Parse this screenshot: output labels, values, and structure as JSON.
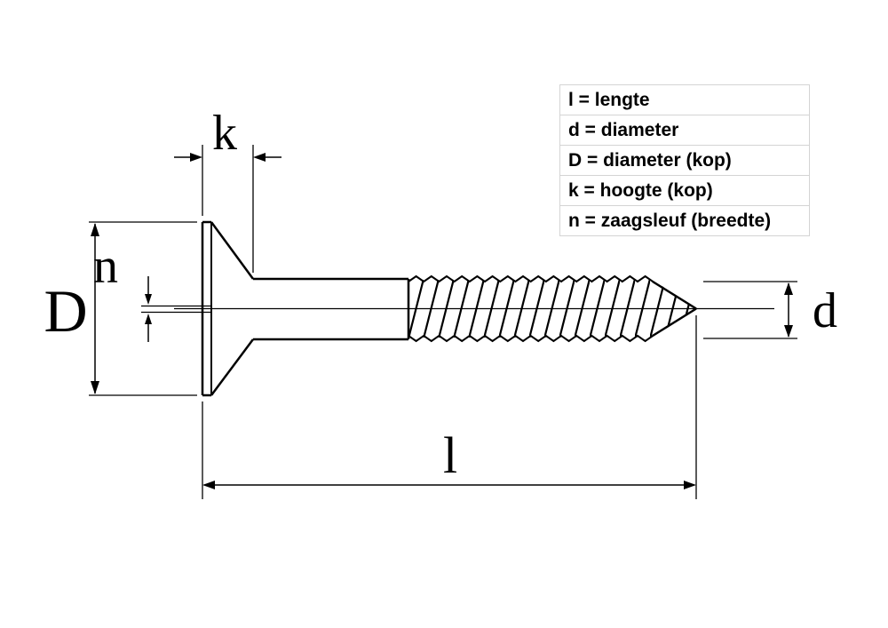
{
  "legend": {
    "items": [
      {
        "text": "l = lengte"
      },
      {
        "text": "d = diameter"
      },
      {
        "text": "D = diameter (kop)"
      },
      {
        "text": "k = hoogte (kop)"
      },
      {
        "text": "n = zaagsleuf (breedte)"
      }
    ]
  },
  "dimensions": {
    "head_height": {
      "label": "k"
    },
    "head_diameter": {
      "label": "D"
    },
    "slot_width": {
      "label": "n"
    },
    "shank_diameter": {
      "label": "d"
    },
    "length": {
      "label": "l"
    }
  },
  "colors": {
    "line": "#000000",
    "background": "#ffffff",
    "legend_border": "#d4d4d4"
  }
}
